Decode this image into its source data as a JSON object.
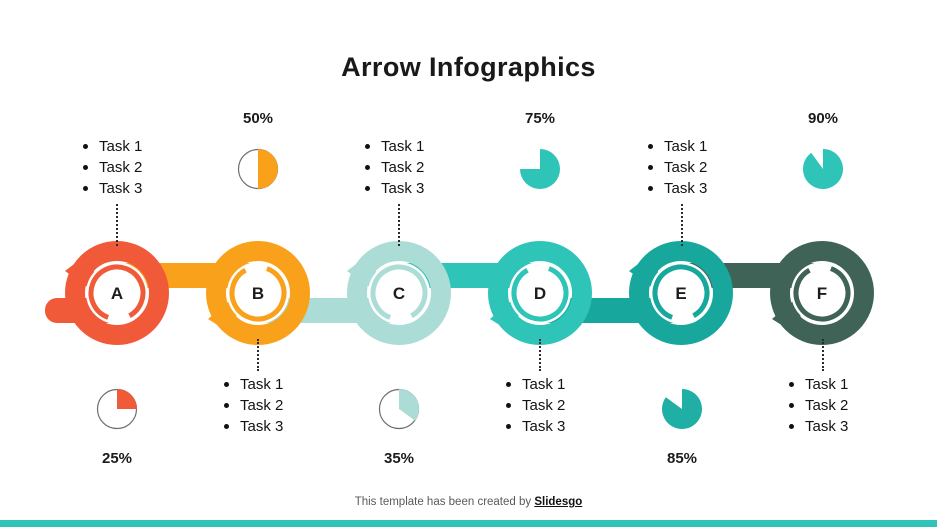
{
  "title": "Arrow Infographics",
  "theme": {
    "accent": "#2EC4B8"
  },
  "footer": {
    "prefix": "This template has been created by",
    "brand": "Slidesgo"
  },
  "nodes": [
    {
      "letter": "A",
      "color": "#F15A38",
      "tasks": [
        "Task 1",
        "Task 2",
        "Task 3"
      ],
      "tasks_position": "top",
      "percent": "25%",
      "percent_value": 25,
      "pie_color": "#F15A38",
      "pie_position": "bottom"
    },
    {
      "letter": "B",
      "color": "#F9A11B",
      "tasks": [
        "Task 1",
        "Task 2",
        "Task 3"
      ],
      "tasks_position": "bottom",
      "percent": "50%",
      "percent_value": 50,
      "pie_color": "#F9A11B",
      "pie_position": "top"
    },
    {
      "letter": "C",
      "color": "#ABDCD6",
      "tasks": [
        "Task 1",
        "Task 2",
        "Task 3"
      ],
      "tasks_position": "top",
      "percent": "35%",
      "percent_value": 35,
      "pie_color": "#ABDCD6",
      "pie_position": "bottom"
    },
    {
      "letter": "D",
      "color": "#2EC4B8",
      "tasks": [
        "Task 1",
        "Task 2",
        "Task 3"
      ],
      "tasks_position": "bottom",
      "percent": "75%",
      "percent_value": 75,
      "pie_color": "#2EC4B8",
      "pie_position": "top"
    },
    {
      "letter": "E",
      "color": "#17A79D",
      "tasks": [
        "Task 1",
        "Task 2",
        "Task 3"
      ],
      "tasks_position": "top",
      "percent": "85%",
      "percent_value": 85,
      "pie_color": "#1FAFA4",
      "pie_position": "bottom"
    },
    {
      "letter": "F",
      "color": "#3F6357",
      "tasks": [
        "Task 1",
        "Task 2",
        "Task 3"
      ],
      "tasks_position": "bottom",
      "percent": "90%",
      "percent_value": 90,
      "pie_color": "#2EC4B8",
      "pie_position": "top"
    }
  ]
}
